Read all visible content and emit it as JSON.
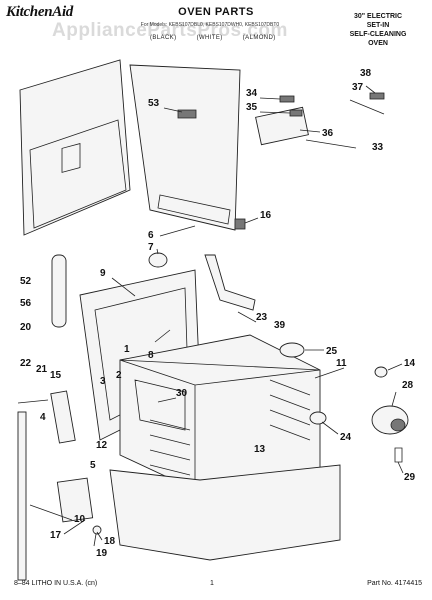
{
  "header": {
    "brand": "KitchenAid",
    "title": "OVEN PARTS",
    "models": "For Models: KEBS107DBL0, KEBS107DWH0, KEBS107DBT0",
    "colors": [
      "(BLACK)",
      "(WHITE)",
      "(ALMOND)"
    ],
    "right_lines": [
      "30\" ELECTRIC",
      "SET-IN",
      "SELF-CLEANING",
      "OVEN"
    ]
  },
  "watermark": "AppliancePartsPros.com",
  "callouts": [
    "53",
    "34",
    "35",
    "36",
    "37",
    "38",
    "33",
    "16",
    "6",
    "7",
    "52",
    "56",
    "20",
    "9",
    "23",
    "39",
    "8",
    "1",
    "25",
    "11",
    "14",
    "28",
    "22",
    "21",
    "15",
    "3",
    "2",
    "30",
    "4",
    "12",
    "5",
    "13",
    "24",
    "29",
    "10",
    "17",
    "18",
    "19"
  ],
  "footer": {
    "litho": "8–84 LITHO IN U.S.A. (cn)",
    "page": "1",
    "part_no": "Part No. 4174415"
  }
}
